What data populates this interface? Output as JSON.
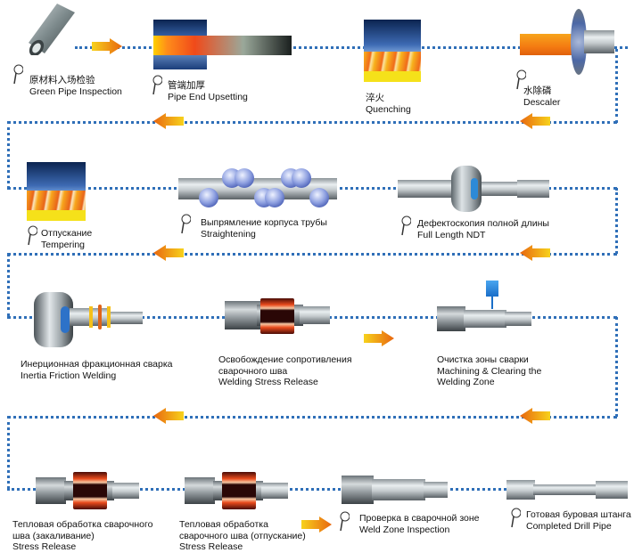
{
  "diagram": {
    "title": "Drill Pipe Production Process",
    "steps": [
      {
        "id": 1,
        "icon": "magnifier-icon",
        "native": "原材料入场检验",
        "english": "Green Pipe Inspection",
        "image": "green-pipe"
      },
      {
        "id": 2,
        "icon": "magnifier-icon",
        "native": "管端加厚",
        "english": "Pipe End Upsetting",
        "image": "pipe-end-upsetting"
      },
      {
        "id": 3,
        "icon": null,
        "native": "淬火",
        "english": "Quenching",
        "image": "quenching-furnace"
      },
      {
        "id": 4,
        "icon": "magnifier-icon",
        "native": "水除磷",
        "english": "Descaler",
        "image": "descaler"
      },
      {
        "id": 5,
        "icon": "magnifier-icon",
        "native": "Отпускание",
        "english": "Tempering",
        "image": "tempering-furnace"
      },
      {
        "id": 6,
        "icon": "magnifier-icon",
        "native": "Выпрямление корпуса трубы",
        "english": "Straightening",
        "image": "straightening-rollers"
      },
      {
        "id": 7,
        "icon": "magnifier-icon",
        "native": "Дефектоскопия полной длины",
        "english": "Full Length NDT",
        "image": "ndt-ring"
      },
      {
        "id": 8,
        "icon": null,
        "native": "Инерционная фракционная сварка",
        "english": "Inertia Friction Welding",
        "image": "friction-welder"
      },
      {
        "id": 9,
        "icon": null,
        "native": "Освобождение сопротивления",
        "native2": "сварочного шва",
        "english": "Welding Stress Release",
        "image": "induction-coil"
      },
      {
        "id": 10,
        "icon": null,
        "native": "Очистка зоны сварки",
        "english": "Machining & Clearing the",
        "english2": "Welding Zone",
        "image": "machining-tool"
      },
      {
        "id": 11,
        "icon": null,
        "native": "Тепловая обработка сварочного",
        "native2": "шва (закаливание)",
        "english": "Stress Release",
        "image": "induction-coil"
      },
      {
        "id": 12,
        "icon": null,
        "native": "Тепловая обработка",
        "native2": "сварочного шва (отпускание)",
        "english": "Stress Release",
        "image": "induction-coil"
      },
      {
        "id": 13,
        "icon": "magnifier-icon",
        "native": "Проверка в сварочной зоне",
        "english": "Weld Zone Inspection",
        "image": "weld-zone-pipe"
      },
      {
        "id": 14,
        "icon": "magnifier-icon",
        "native": "Готовая буровая штанга",
        "english": "Completed Drill Pipe",
        "image": "completed-drill-pipe"
      }
    ],
    "colors": {
      "connector": "#2f6fb8",
      "arrow_start": "#f7d21c",
      "arrow_end": "#e8660f",
      "furnace_blue": "#1b3d7a",
      "hot_orange": "#f08a1c"
    }
  }
}
